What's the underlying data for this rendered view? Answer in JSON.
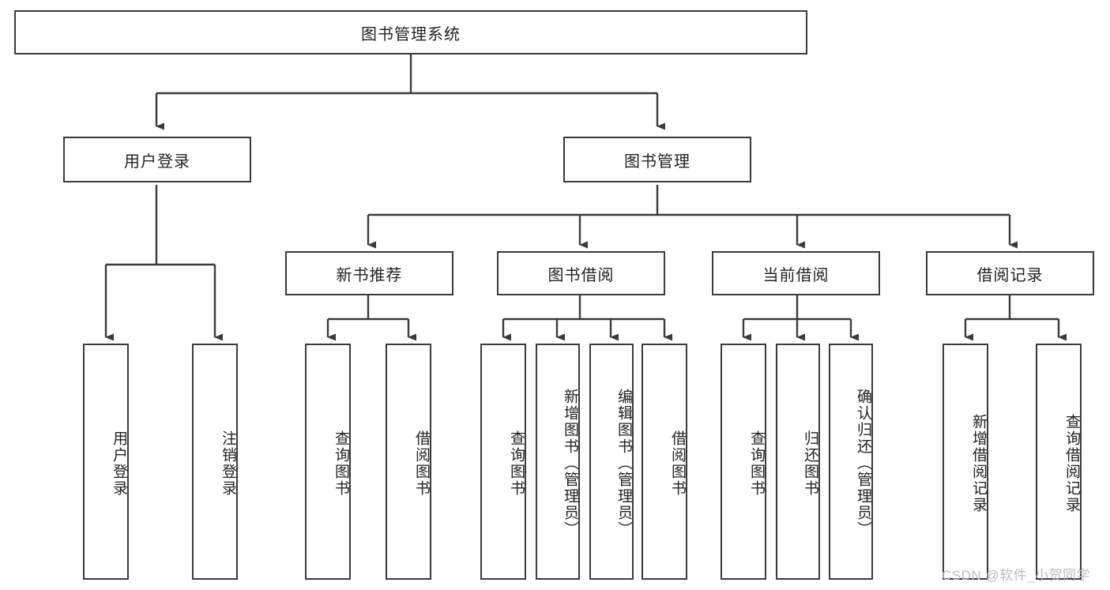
{
  "diagram": {
    "title": "图书管理系统",
    "type": "hierarchy-tree",
    "root": {
      "label": "图书管理系统"
    },
    "level1": [
      {
        "label": "用户登录"
      },
      {
        "label": "图书管理"
      }
    ],
    "level2": [
      {
        "label": "新书推荐"
      },
      {
        "label": "图书借阅"
      },
      {
        "label": "当前借阅"
      },
      {
        "label": "借阅记录"
      }
    ],
    "leaves": {
      "user_login": [
        {
          "label": "用户登录"
        },
        {
          "label": "注销登录"
        }
      ],
      "new_book_recommend": [
        {
          "label": "查询图书"
        },
        {
          "label": "借阅图书"
        }
      ],
      "book_borrow": [
        {
          "label": "查询图书"
        },
        {
          "label": "新增图书（管理员）"
        },
        {
          "label": "编辑图书（管理员）"
        },
        {
          "label": "借阅图书"
        }
      ],
      "current_borrow": [
        {
          "label": "查询图书"
        },
        {
          "label": "归还图书"
        },
        {
          "label": "确认归还（管理员）"
        }
      ],
      "borrow_record": [
        {
          "label": "新增借阅记录"
        },
        {
          "label": "查询借阅记录"
        }
      ]
    },
    "colors": {
      "stroke": "#3a3a3a",
      "fill": "#ffffff",
      "text": "#222222",
      "watermark": "#b9bcc0"
    }
  },
  "watermark": {
    "text": "CSDN @软件_小贺同学"
  }
}
